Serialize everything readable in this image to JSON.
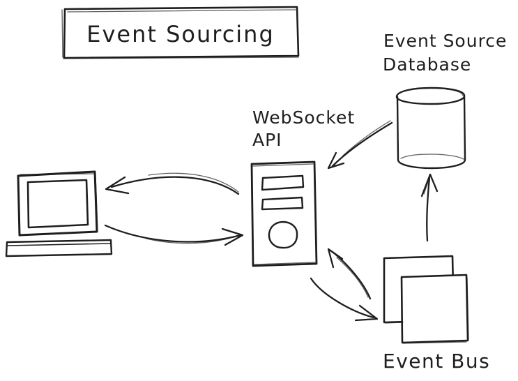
{
  "diagram": {
    "title": "Event Sourcing",
    "colors": {
      "ink": "#1e1e1e",
      "background": "#ffffff"
    },
    "nodes": {
      "client_computer": {
        "shape": "desktop-computer",
        "label": ""
      },
      "websocket_api": {
        "shape": "server-tower",
        "label_line1": "WebSocket",
        "label_line2": "API"
      },
      "event_source_database": {
        "shape": "database-cylinder",
        "label_line1": "Event Source",
        "label_line2": "Database"
      },
      "event_bus": {
        "shape": "stacked-squares",
        "label": "Event Bus"
      }
    },
    "edges": [
      {
        "from": "websocket_api",
        "to": "client_computer",
        "style": "curved-arrow"
      },
      {
        "from": "client_computer",
        "to": "websocket_api",
        "style": "curved-arrow"
      },
      {
        "from": "event_source_database",
        "to": "websocket_api",
        "style": "curved-arrow"
      },
      {
        "from": "event_bus",
        "to": "event_source_database",
        "style": "straight-arrow"
      },
      {
        "from": "event_bus",
        "to": "websocket_api",
        "style": "curved-arrow"
      },
      {
        "from": "websocket_api",
        "to": "event_bus",
        "style": "curved-arrow"
      }
    ]
  }
}
